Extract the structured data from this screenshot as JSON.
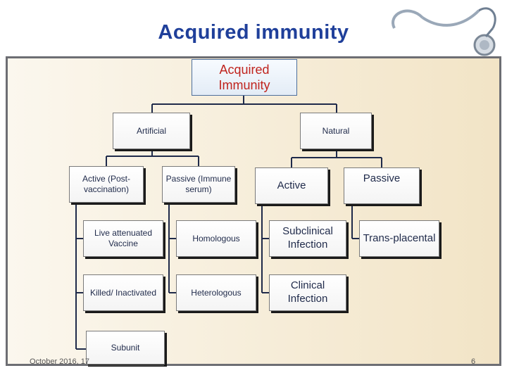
{
  "slide": {
    "title": "Acquired immunity",
    "footer_date": "October 2016, 17",
    "page_number": "6"
  },
  "colors": {
    "title": "#1f3f9a",
    "root_text": "#c0241e",
    "node_text": "#1f2a4a",
    "panel_border": "#6d6e73"
  },
  "diagram": {
    "root": "Acquired Immunity",
    "artificial": "Artificial",
    "natural": "Natural",
    "artificial_active": "Active (Post-vaccination)",
    "artificial_passive": "Passive (Immune serum)",
    "natural_active": "Active",
    "natural_passive": "Passive",
    "live_attenuated": "Live attenuated Vaccine",
    "killed": "Killed/ Inactivated",
    "subunit": "Subunit",
    "homologous": "Homologous",
    "heterologous": "Heterologous",
    "subclinical": "Subclinical Infection",
    "clinical": "Clinical Infection",
    "transplacental": "Trans-placental"
  }
}
